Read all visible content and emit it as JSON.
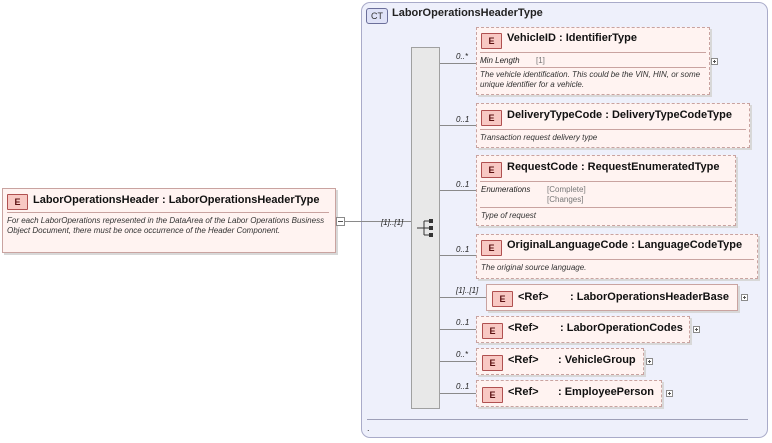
{
  "complex_type": {
    "badge": "CT",
    "name": "LaborOperationsHeaderType",
    "footer": "."
  },
  "root": {
    "badge": "E",
    "title": "LaborOperationsHeader : LaborOperationsHeaderType",
    "doc": "For each LaborOperations represented in the DataArea of the Labor Operations Business Object Document, there must be once occurrence of the Header Component.",
    "cardinality": "[1]..[1]"
  },
  "children": [
    {
      "badge": "E",
      "title": "VehicleID : IdentifierType",
      "cardinality": "0..*",
      "facet_label": "Min Length",
      "facet_value": "[1]",
      "doc": "The vehicle identification. This could be the VIN, HIN, or some unique identifier for a vehicle."
    },
    {
      "badge": "E",
      "title": "DeliveryTypeCode : DeliveryTypeCodeType",
      "cardinality": "0..1",
      "doc": "Transaction request delivery type"
    },
    {
      "badge": "E",
      "title": "RequestCode : RequestEnumeratedType",
      "cardinality": "0..1",
      "facet_label": "Enumerations",
      "facet_values": [
        "[Complete]",
        "[Changes]"
      ],
      "doc": "Type of request"
    },
    {
      "badge": "E",
      "title": "OriginalLanguageCode : LanguageCodeType",
      "cardinality": "0..1",
      "doc": "The original source language."
    },
    {
      "badge": "E",
      "ref": "<Ref>",
      "title": ": LaborOperationsHeaderBase",
      "cardinality": "[1]..[1]"
    },
    {
      "badge": "E",
      "ref": "<Ref>",
      "title": ": LaborOperationCodes",
      "cardinality": "0..1"
    },
    {
      "badge": "E",
      "ref": "<Ref>",
      "title": ": VehicleGroup",
      "cardinality": "0..*"
    },
    {
      "badge": "E",
      "ref": "<Ref>",
      "title": ": EmployeePerson",
      "cardinality": "0..1"
    }
  ]
}
